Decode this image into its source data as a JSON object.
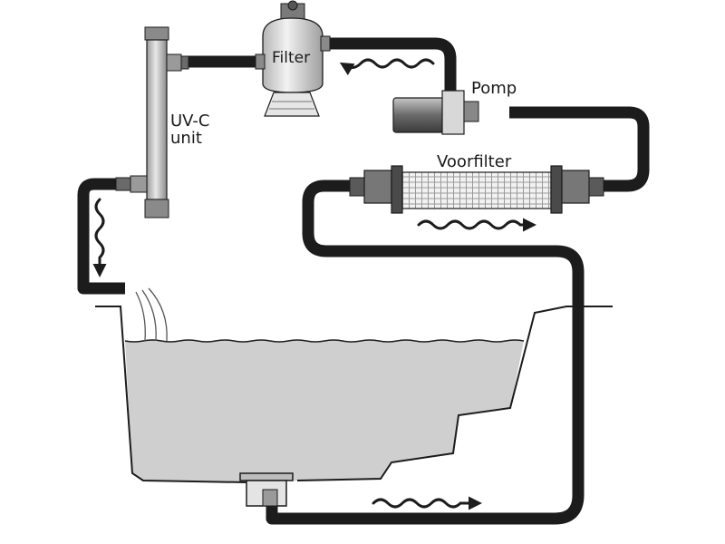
{
  "labels": {
    "filter": "Filter",
    "pomp": "Pomp",
    "uvc_line1": "UV-C",
    "uvc_line2": "unit",
    "voorfilter": "Voorfilter"
  },
  "colors": {
    "pipe": "#1c1c1c",
    "water": "#cfcfcf",
    "device_light": "#e4e4e4",
    "device_mid": "#8c8c8c",
    "device_dark": "#444444",
    "background": "#ffffff"
  }
}
